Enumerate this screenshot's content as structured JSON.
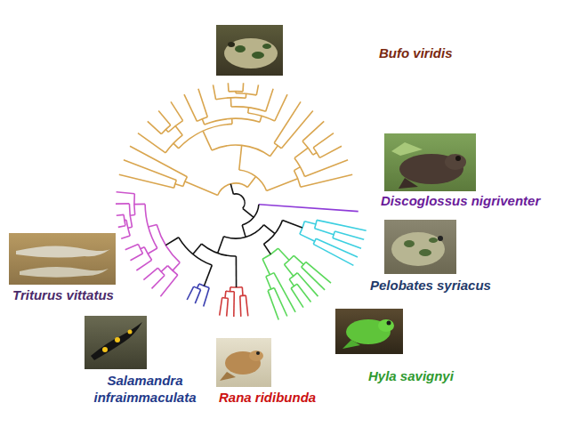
{
  "diagram": {
    "labels": [
      "Bufo viridis",
      "Discoglossus nigriventer",
      "Pelobates syriacus",
      "Hyla savignyi",
      "Rana ridibunda",
      "Salamandra infraimmaculata",
      "Triturus vittatus"
    ]
  }
}
